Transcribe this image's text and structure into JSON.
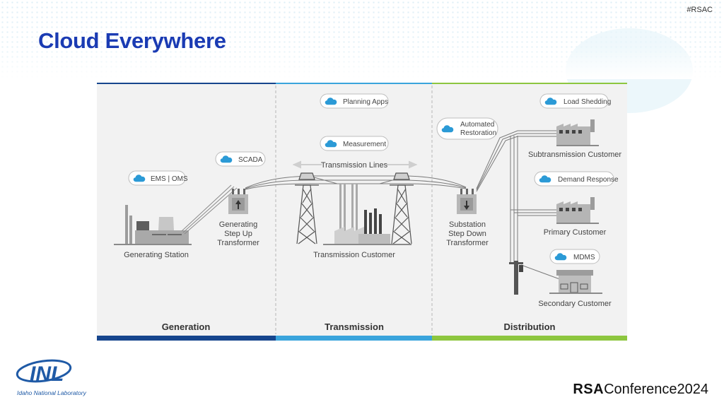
{
  "hashtag": "#RSAC",
  "title": "Cloud Everywhere",
  "sections": {
    "generation": "Generation",
    "transmission": "Transmission",
    "distribution": "Distribution"
  },
  "section_colors": {
    "generation": "#16458d",
    "transmission": "#3aa4dc",
    "distribution": "#8dc63f"
  },
  "cloud_tags": {
    "ems_oms": "EMS | OMS",
    "scada": "SCADA",
    "planning_apps": "Planning Apps",
    "measurement": "Measurement",
    "automated_restoration_line1": "Automated",
    "automated_restoration_line2": "Restoration",
    "load_shedding": "Load Shedding",
    "demand_response": "Demand Response",
    "mdms": "MDMS"
  },
  "labels": {
    "generating_station": "Generating Station",
    "gsut_line1": "Generating",
    "gsut_line2": "Step Up",
    "gsut_line3": "Transformer",
    "transmission_lines": "Transmission Lines",
    "transmission_customer": "Transmission Customer",
    "ssdt_line1": "Substation",
    "ssdt_line2": "Step Down",
    "ssdt_line3": "Transformer",
    "subtransmission_customer": "Subtransmission Customer",
    "primary_customer": "Primary Customer",
    "secondary_customer": "Secondary Customer"
  },
  "footer": {
    "inl_logo_text": "INL",
    "inl_name": "Idaho National Laboratory",
    "rsa_brand": "RSA",
    "rsa_conference": "Conference",
    "rsa_year": "2024"
  }
}
